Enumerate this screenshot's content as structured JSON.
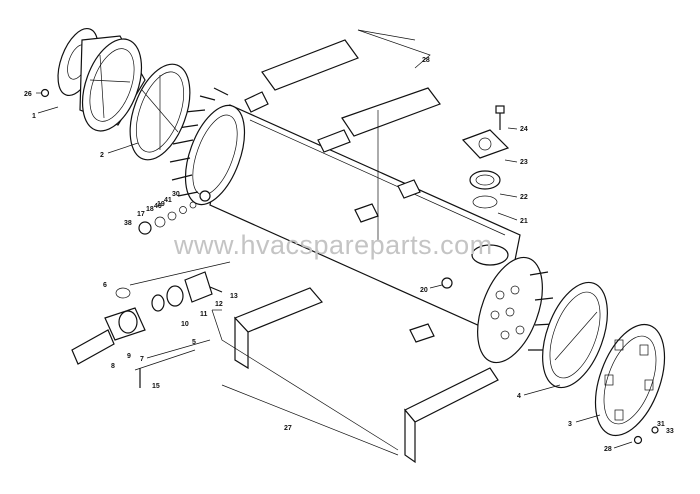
{
  "watermark": "www.hvacspareparts.com",
  "callouts": [
    "1",
    "2",
    "3",
    "4",
    "5",
    "6",
    "7",
    "8",
    "9",
    "10",
    "11",
    "12",
    "13",
    "15",
    "17",
    "18",
    "19",
    "20",
    "21",
    "22",
    "23",
    "24",
    "26",
    "27",
    "28",
    "28",
    "30",
    "31",
    "33",
    "38",
    "40",
    "41"
  ]
}
